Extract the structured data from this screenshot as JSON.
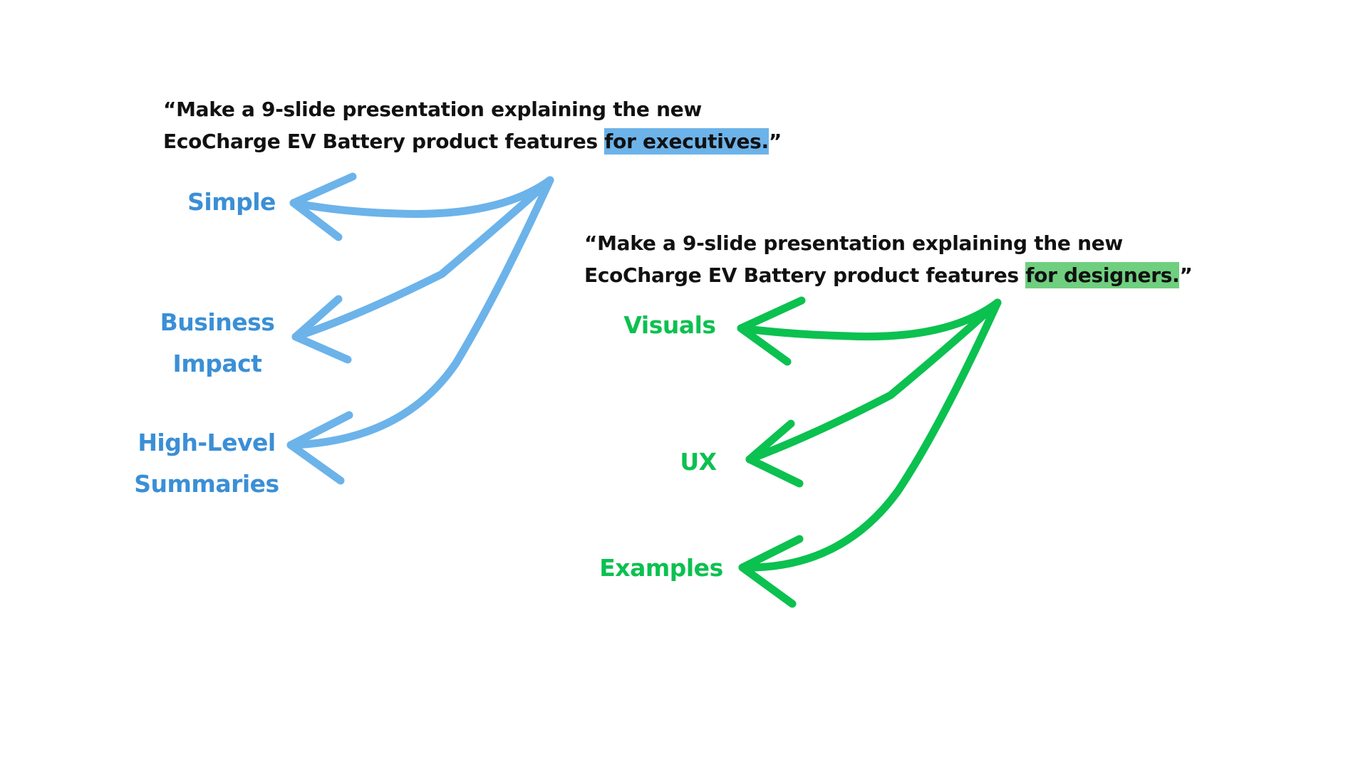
{
  "colors": {
    "executives": "#6cb3ea",
    "executives_text": "#3b8fd6",
    "designers": "#0bc14f",
    "designers_highlight": "#6fcf7f",
    "prompt_text": "#111111"
  },
  "executives": {
    "prompt_line1": "“Make a 9-slide presentation explaining the new",
    "prompt_line2_before": "EcoCharge EV Battery product features ",
    "prompt_highlight": "for executives.",
    "prompt_end": "”",
    "labels": {
      "simple": "Simple",
      "business_line1": "Business",
      "business_line2": "Impact",
      "summaries_line1": "High-Level",
      "summaries_line2": "Summaries"
    }
  },
  "designers": {
    "prompt_line1": "“Make a 9-slide presentation explaining the new",
    "prompt_line2_before": "EcoCharge EV Battery product features ",
    "prompt_highlight": "for designers.",
    "prompt_end": "”",
    "labels": {
      "visuals": "Visuals",
      "ux": "UX",
      "examples": "Examples"
    }
  }
}
